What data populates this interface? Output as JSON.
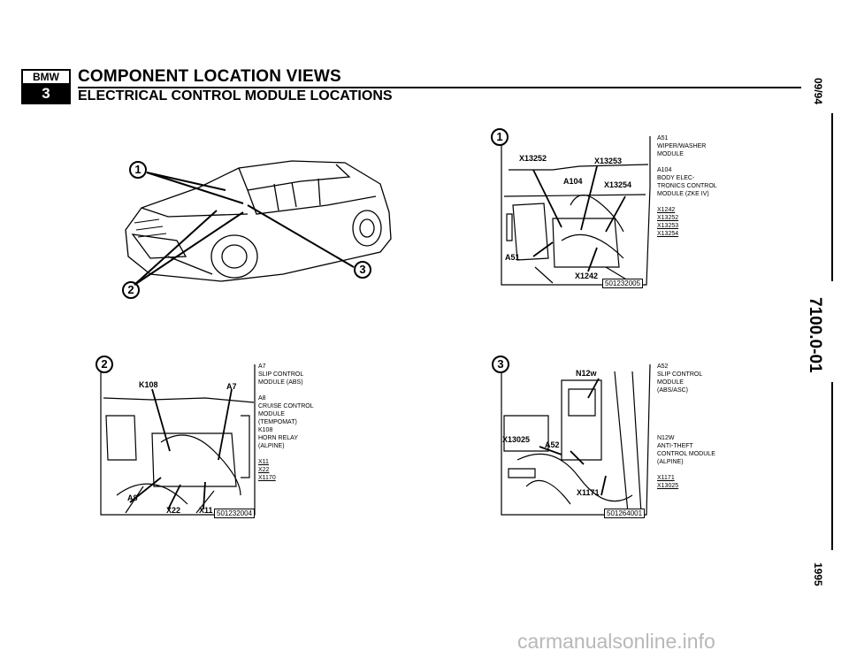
{
  "header": {
    "logo_top": "BMW",
    "logo_bottom": "3",
    "title": "COMPONENT LOCATION VIEWS",
    "subtitle": "ELECTRICAL CONTROL MODULE LOCATIONS"
  },
  "side": {
    "date": "09/94",
    "doc_number": "7100.0-01",
    "year": "1995"
  },
  "overview": {
    "callout_1": "1",
    "callout_2": "2",
    "callout_3": "3"
  },
  "view1": {
    "number": "1",
    "callouts": {
      "x13252": "X13252",
      "x13253": "X13253",
      "a104": "A104",
      "x13254": "X13254",
      "a51": "A51",
      "x1242": "X1242"
    },
    "fig_code": "501232005",
    "labels": [
      "A51",
      "WIPER/WASHER",
      "MODULE",
      "",
      "A104",
      "BODY ELEC-",
      "TRONICS CONTROL",
      "MODULE (ZKE IV)",
      "",
      "X1242",
      "X13252",
      "X13253",
      "X13254"
    ]
  },
  "view2": {
    "number": "2",
    "callouts": {
      "k108": "K108",
      "a7": "A7",
      "a8": "A8",
      "x22": "X22",
      "x11": "X11"
    },
    "fig_code": "501232004",
    "labels": [
      "A7",
      "SLIP CONTROL",
      "MODULE (ABS)",
      "",
      "A8",
      "CRUISE CONTROL",
      "MODULE",
      "(TEMPOMAT)",
      "K108",
      "HORN RELAY",
      "(ALPINE)",
      "",
      "X11",
      "X22",
      "X1170"
    ]
  },
  "view3": {
    "number": "3",
    "callouts": {
      "n12w": "N12w",
      "x13025": "X13025",
      "a52": "A52",
      "x1171": "X1171"
    },
    "fig_code": "501264001",
    "labels": [
      "A52",
      "SLIP CONTROL",
      "MODULE",
      "(ABS/ASC)",
      "",
      "",
      "N12w",
      "ANTI-THEFT",
      "CONTROL MODULE",
      "(ALPINE)",
      "",
      "X1171",
      "X13025"
    ]
  },
  "watermark": "carmanualsonline.info"
}
